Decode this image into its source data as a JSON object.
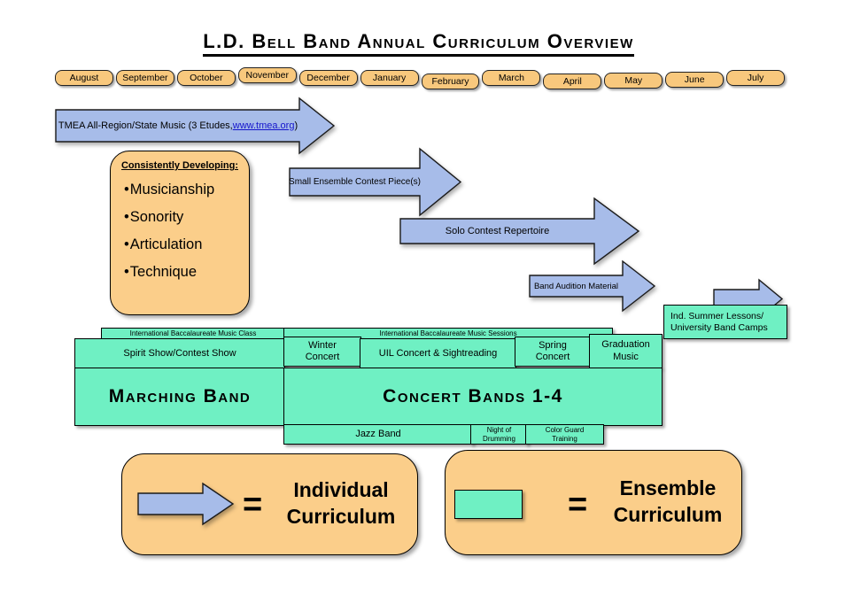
{
  "title": "L.D. Bell Band Annual Curriculum Overview",
  "months": [
    "August",
    "September",
    "October",
    "November",
    "December",
    "January",
    "February",
    "March",
    "April",
    "May",
    "June",
    "July"
  ],
  "arrows": {
    "tmea": {
      "prefix": "TMEA All-Region/State Music (3 Etudes, ",
      "link": "www.tmea.org",
      "suffix": ")"
    },
    "small_ensemble": "Small Ensemble Contest Piece(s)",
    "solo_contest": "Solo Contest Repertoire",
    "band_audition": "Band Audition Material"
  },
  "developing": {
    "title": "Consistently Developing:",
    "items": [
      "Musicianship",
      "Sonority",
      "Articulation",
      "Technique"
    ]
  },
  "ensembles": {
    "ib_class": "International Baccalaureate Music Class",
    "ib_sessions": "International Baccalaureate Music Sessions",
    "spirit_show": "Spirit Show/Contest Show",
    "winter_concert": "Winter Concert",
    "uil": "UIL Concert & Sightreading",
    "spring_concert": "Spring Concert",
    "graduation_music": "Graduation Music",
    "summer": "Ind. Summer Lessons/ University Band Camps",
    "marching_band": "Marching Band",
    "concert_bands": "Concert Bands 1-4",
    "jazz_band": "Jazz Band",
    "night_of_drumming": "Night of Drumming",
    "color_guard": "Color Guard Training"
  },
  "legend": {
    "equals": "=",
    "individual": "Individual Curriculum",
    "ensemble": "Ensemble Curriculum"
  },
  "colors": {
    "arrow_fill": "#A7BCE9",
    "ensemble_fill": "#6FF0C3",
    "panel_fill": "#FBCE8A",
    "month_fill": "#F8C87D",
    "link": "#1515CC"
  }
}
